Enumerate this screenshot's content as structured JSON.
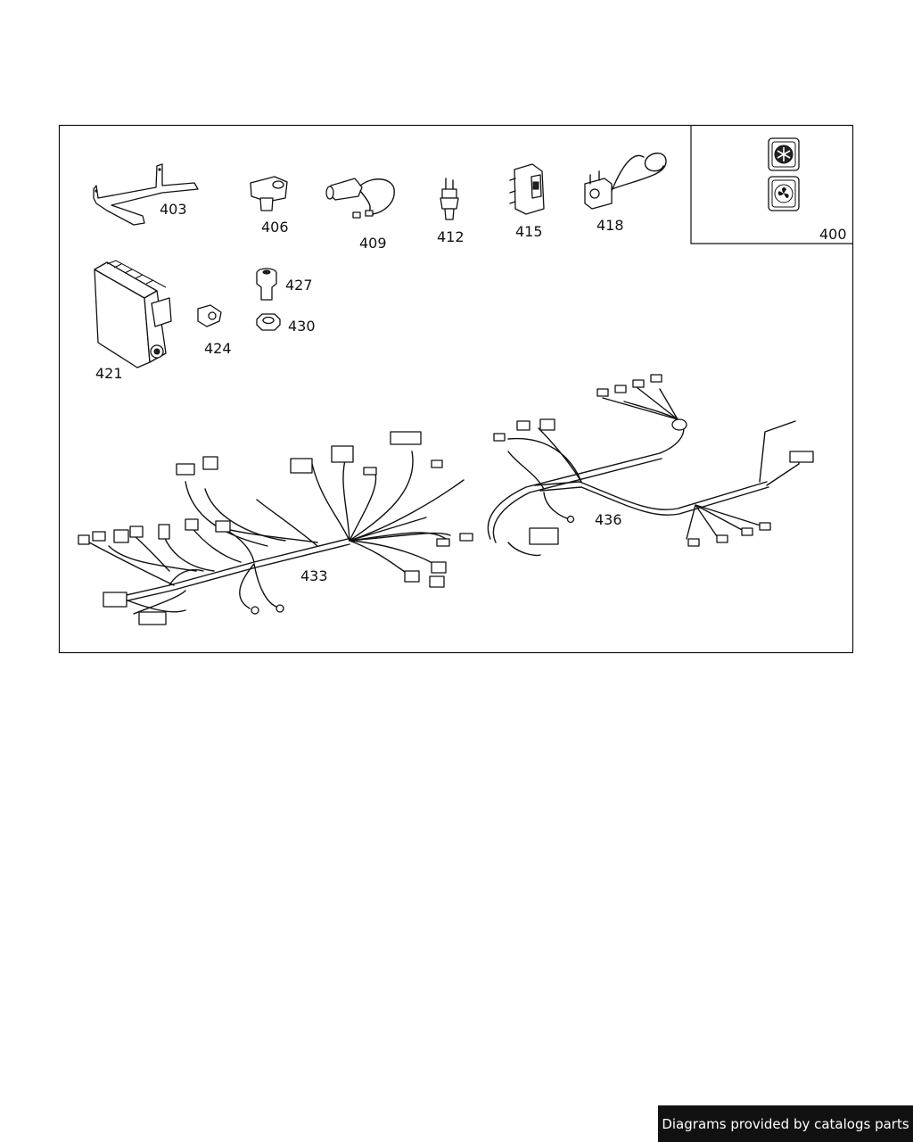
{
  "labels": {
    "p400": "400",
    "p403": "403",
    "p406": "406",
    "p409": "409",
    "p412": "412",
    "p415": "415",
    "p418": "418",
    "p421": "421",
    "p424": "424",
    "p427": "427",
    "p430": "430",
    "p433": "433",
    "p436": "436"
  },
  "icons": {
    "inset_top": "snowflake-icon",
    "inset_bottom": "fan-icon"
  },
  "footer": {
    "credit": "Diagrams provided by catalogs parts"
  }
}
